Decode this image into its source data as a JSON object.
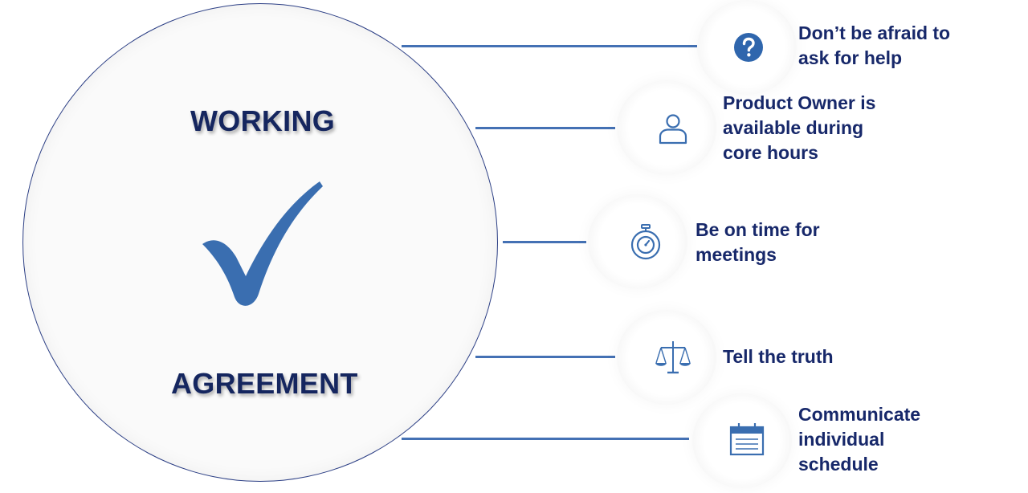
{
  "diagram": {
    "title_top": "WORKING",
    "title_bottom": "AGREEMENT",
    "colors": {
      "title": "#15265f",
      "label": "#17286a",
      "connector": "#4471b4",
      "icon": "#3a6eb0",
      "circle_border": "#2c3f85"
    },
    "items": [
      {
        "icon": "question-icon",
        "label": "Don’t be afraid to\nask for help"
      },
      {
        "icon": "person-icon",
        "label": "Product Owner is\navailable during\ncore hours"
      },
      {
        "icon": "stopwatch-icon",
        "label": "Be on time for\nmeetings"
      },
      {
        "icon": "scales-icon",
        "label": "Tell the truth"
      },
      {
        "icon": "calendar-icon",
        "label": "Communicate\nindividual\nschedule"
      }
    ]
  }
}
